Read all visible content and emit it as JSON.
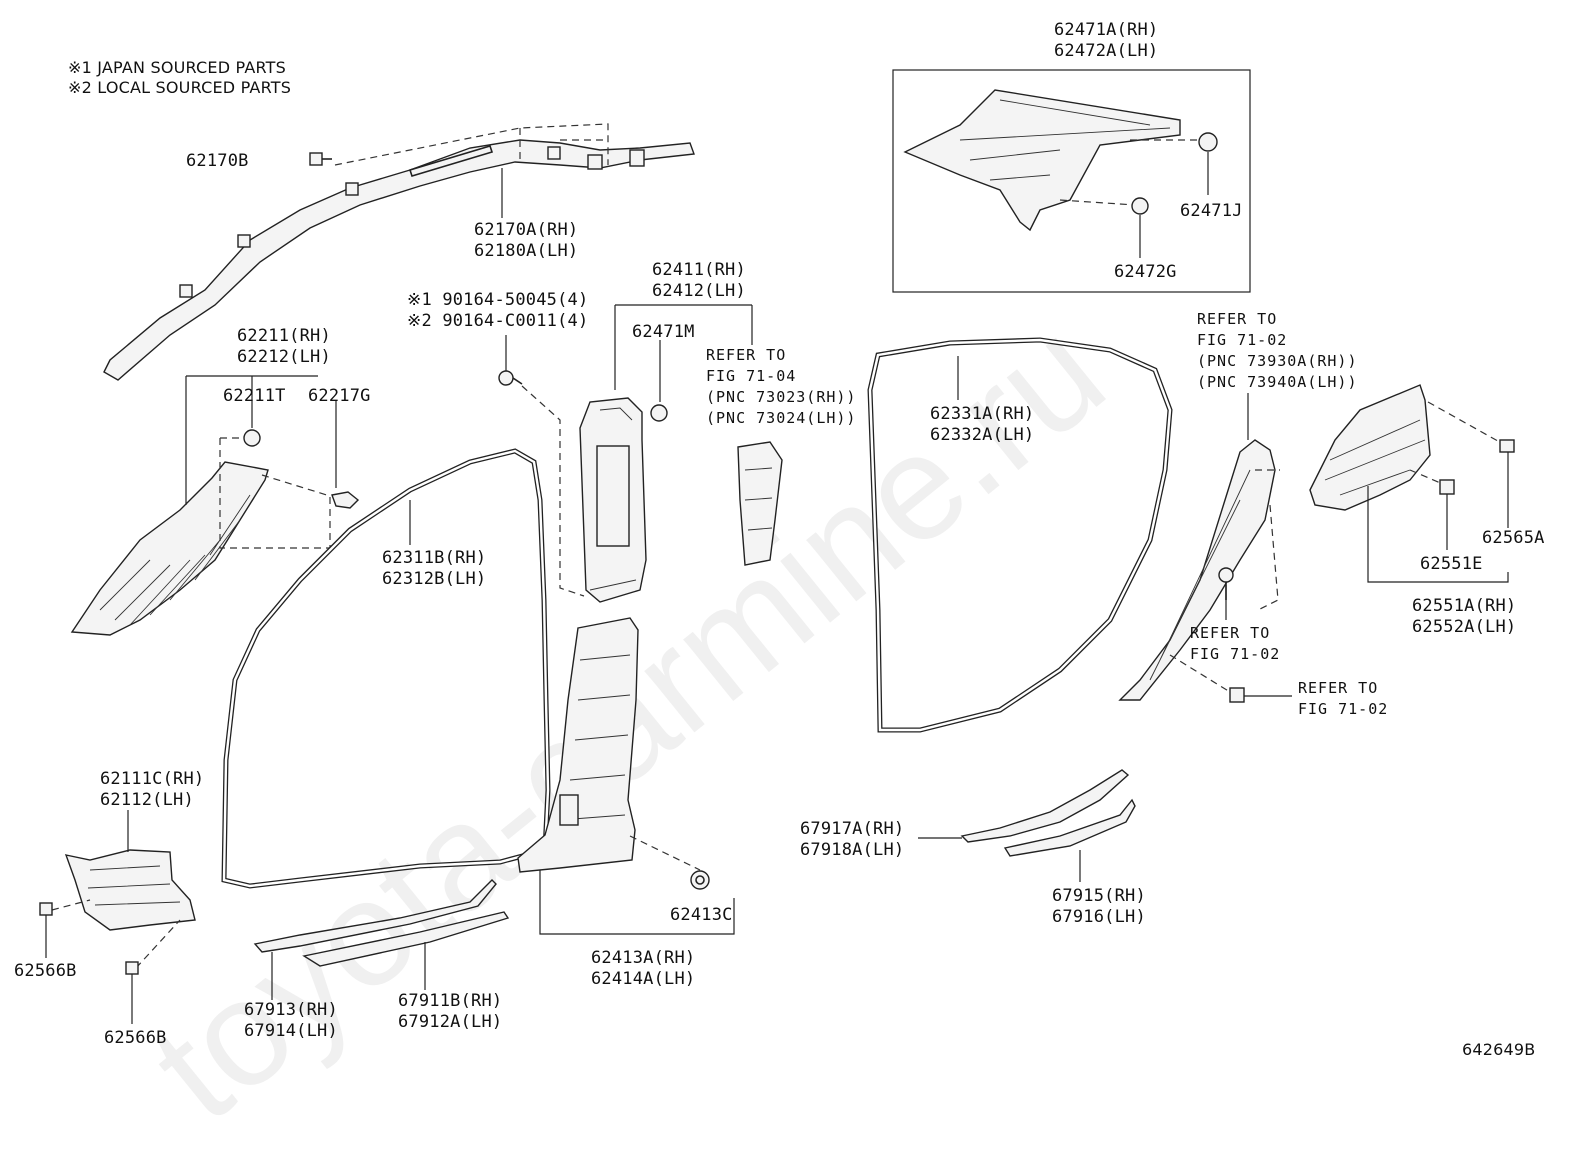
{
  "watermark": "toyota-carmine.ru",
  "notes": [
    "※1 JAPAN SOURCED PARTS",
    "※2 LOCAL SOURCED PARTS"
  ],
  "figure_id": "642649B",
  "labels": {
    "l62170b": "62170B",
    "l62170a": "62170A(RH)\n62180A(LH)",
    "l62211": "62211(RH)\n62212(LH)",
    "l62211t": "62211T",
    "l62217g": "62217G",
    "l90164": "※1 90164-50045(4)\n※2 90164-C0011(4)",
    "l62411": "62411(RH)\n62412(LH)",
    "l62471m": "62471M",
    "lref7104": "REFER TO\nFIG 71-04\n(PNC 73023(RH))\n(PNC 73024(LH))",
    "l62471a": "62471A(RH)\n62472A(LH)",
    "l62471j": "62471J",
    "l62472g": "62472G",
    "l62331a": "62331A(RH)\n62332A(LH)",
    "lref7102a": "REFER TO\nFIG 71-02\n(PNC 73930A(RH))\n(PNC 73940A(LH))",
    "l62565a": "62565A",
    "l62551e": "62551E",
    "l62551a": "62551A(RH)\n62552A(LH)",
    "lref7102b": "REFER TO\nFIG 71-02",
    "lref7102c": "REFER TO\nFIG 71-02",
    "l62311b": "62311B(RH)\n62312B(LH)",
    "l62111c": "62111C(RH)\n62112(LH)",
    "l62566b1": "62566B",
    "l62566b2": "62566B",
    "l67913": "67913(RH)\n67914(LH)",
    "l67911b": "67911B(RH)\n67912A(LH)",
    "l62413a": "62413A(RH)\n62414A(LH)",
    "l62413c": "62413C",
    "l67917a": "67917A(RH)\n67918A(LH)",
    "l67915": "67915(RH)\n67916(LH)"
  }
}
